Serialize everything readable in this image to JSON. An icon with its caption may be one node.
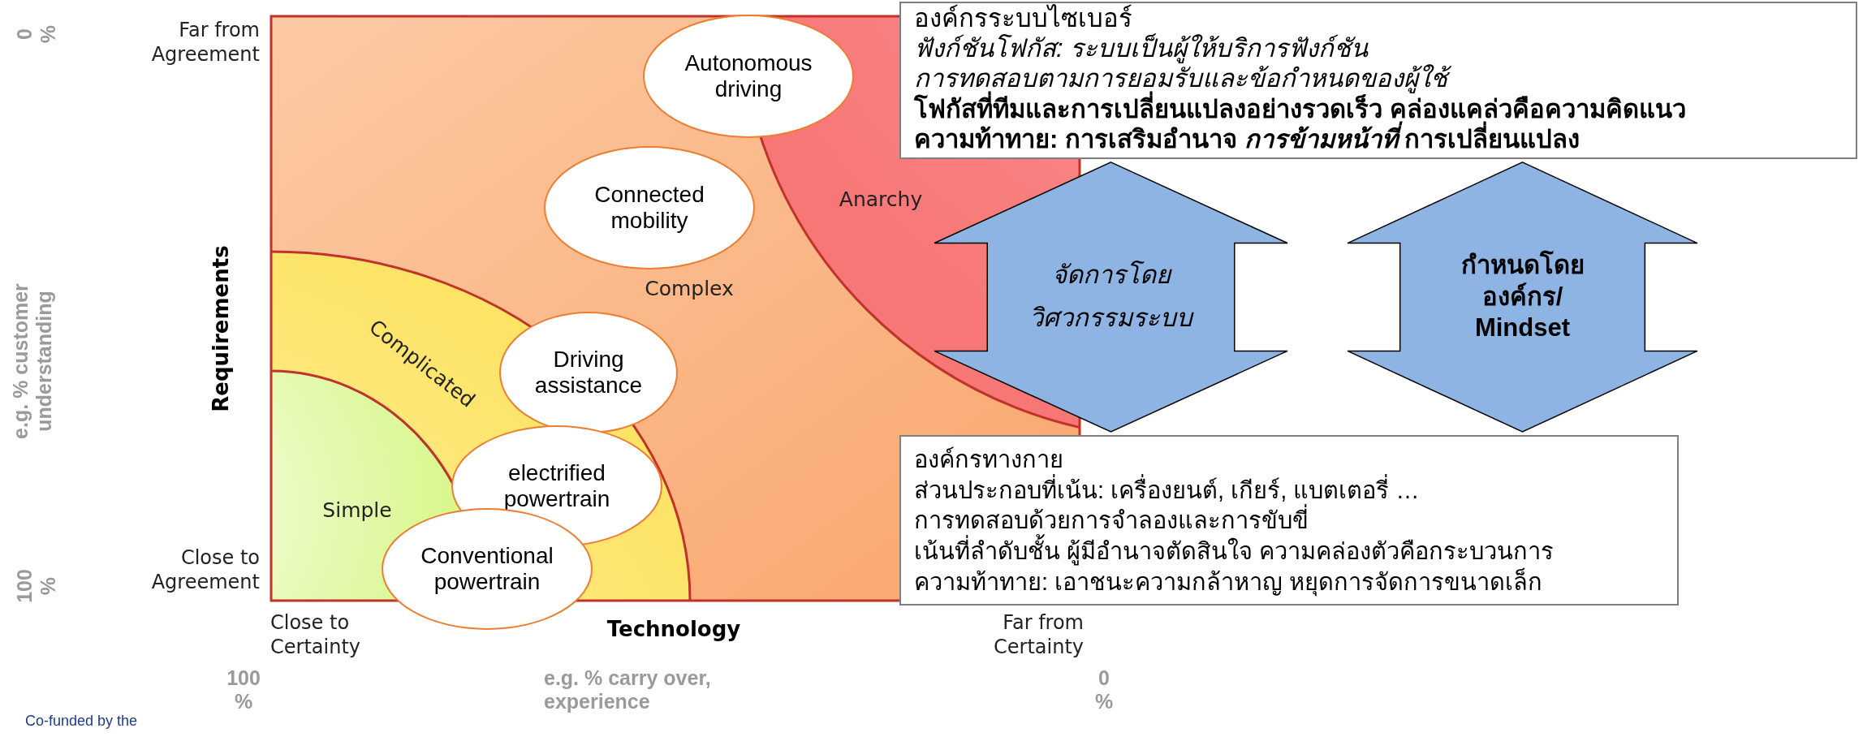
{
  "diagram": {
    "nodes": [
      {
        "text": [
          "Autonomous driving"
        ]
      },
      {
        "text": [
          "Connected mobility"
        ]
      },
      {
        "text": [
          "Driving assistance"
        ]
      },
      {
        "text": [
          "electrified powertrain"
        ]
      },
      {
        "text": [
          "Conventional powertrain"
        ]
      },
      {
        "text": [
          "องค์กรระบบไซเบอร์",
          "ฟังก์ชันโฟกัส: ระบบเป็นผู้ให้บริการฟังก์ชัน",
          "การทดสอบตามการยอมรับและข้อกำหนดของผู้ใช้",
          "โฟกัสที่ทีมและการเปลี่ยนแปลงอย่างรวดเร็ว คล่องแคล่วคือความคิดแนว",
          "ความท้าทาย: การเสริมอำนาจ *การข้ามหน้าที่* การเปลี่ยนแปลง"
        ]
      },
      {
        "text": [
          "องค์กรทางกาย",
          "ส่วนประกอบที่เน้น: เครื่องยนต์, เกียร์, แบตเตอรี่ …",
          "การทดสอบด้วยการจำลองและการขับขี่",
          "เน้นที่ลำดับชั้น ผู้มีอำนาจตัดสินใจ ความคล่องตัวคือกระบวนการ",
          "ความท้าทาย: เอาชนะความกล้าหาญ หยุดการจัดการขนาดเล็ก"
        ]
      }
    ],
    "edges": [
      {
        "from": 5,
        "to": 6,
        "arrow": "both",
        "label": "จัดการโดย วิศวกรรมระบบ"
      },
      {
        "from": 5,
        "to": 6,
        "arrow": "both",
        "label": "กำหนดโดย องค์กร/ Mindset"
      }
    ],
    "labels": [
      "0 %",
      "Far from Agreement",
      "Anarchy",
      "Complex",
      "Requirements",
      "e.g. % customer understanding",
      "Complicated",
      "Simple",
      "Close to Agreement",
      "100 %",
      "Close to Certainty",
      "Technology",
      "Far from Certainty",
      "100 %",
      "e.g. % carry over, experience",
      "0 %",
      "Co-funded by the"
    ]
  }
}
